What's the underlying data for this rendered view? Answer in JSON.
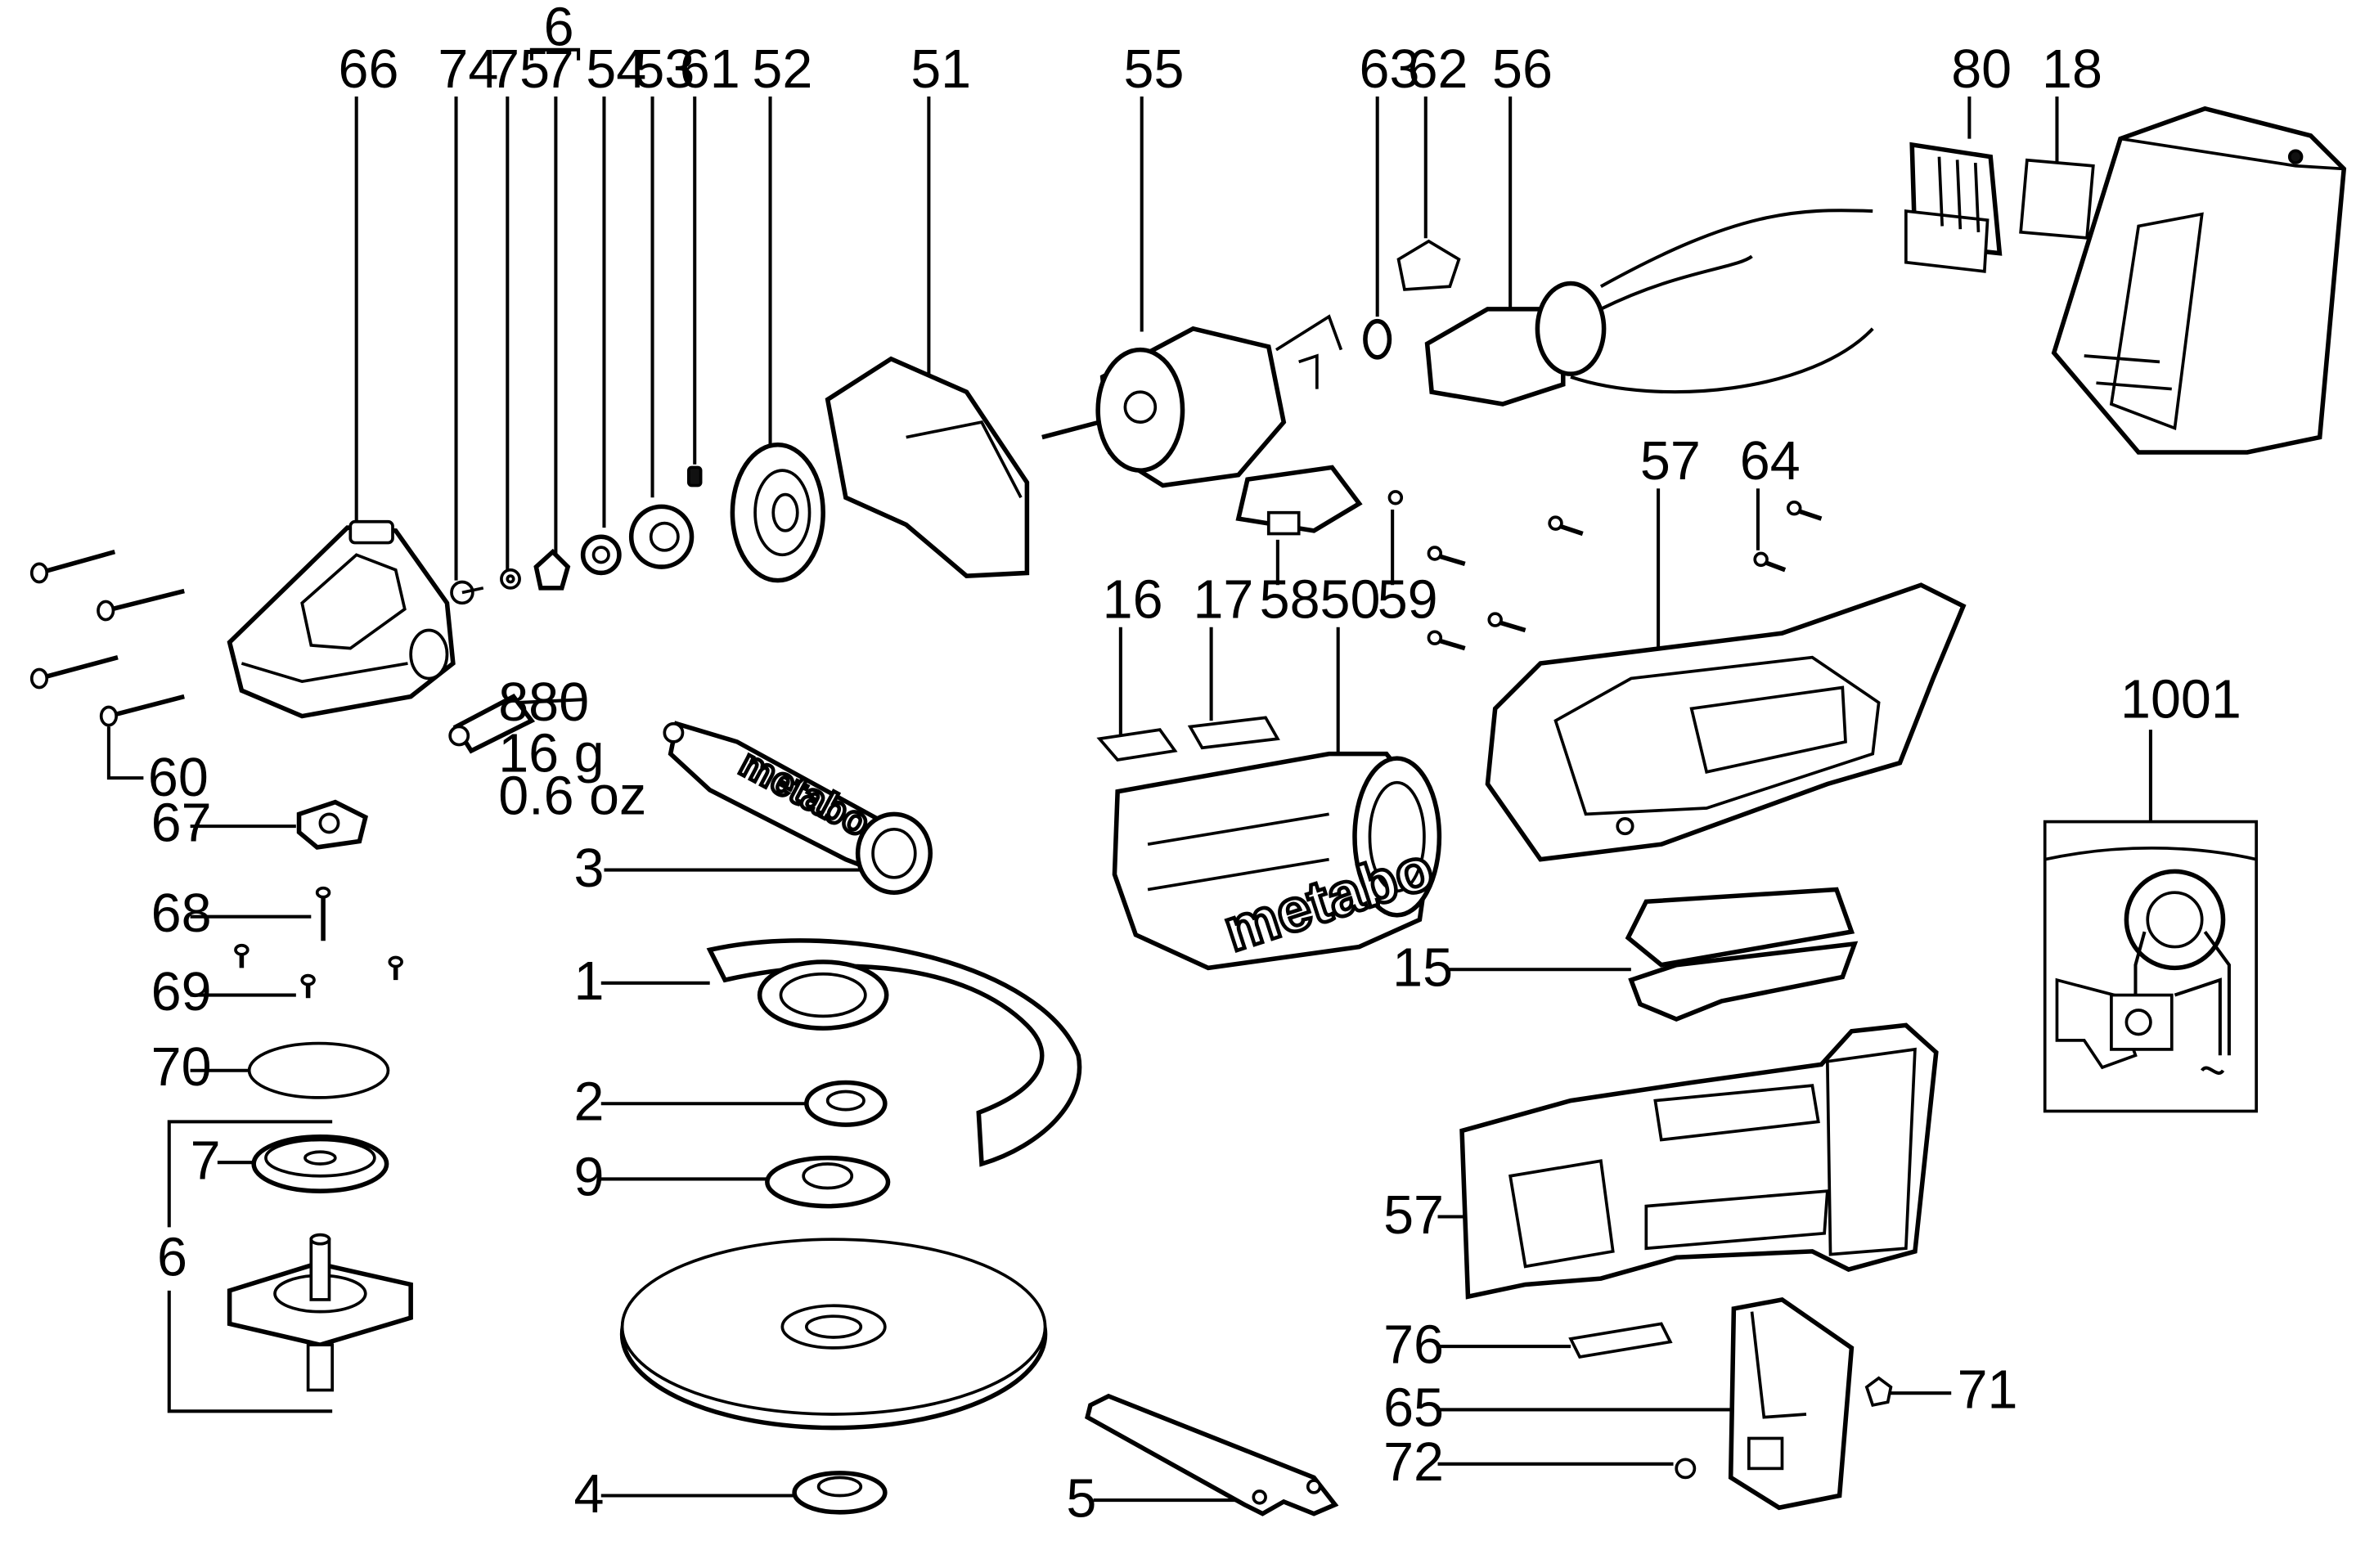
{
  "labels": {
    "l66": "66",
    "l74": "74",
    "l75": "75",
    "l6top": "6",
    "l7top": "7",
    "l54": "54",
    "l53": "53",
    "l61": "61",
    "l52": "52",
    "l51": "51",
    "l55": "55",
    "l63": "63",
    "l62": "62",
    "l56": "56",
    "l80": "80",
    "l18": "18",
    "l57a": "57",
    "l64": "64",
    "l16": "16",
    "l17": "17",
    "l58": "58",
    "l50": "50",
    "l59": "59",
    "l1001": "1001",
    "l60": "60",
    "l67": "67",
    "l68": "68",
    "l69": "69",
    "l70": "70",
    "l7": "7",
    "l6": "6",
    "l3": "3",
    "l1": "1",
    "l2": "2",
    "l9": "9",
    "l4": "4",
    "l5": "5",
    "l15": "15",
    "l57b": "57",
    "l76": "76",
    "l65": "65",
    "l72": "72",
    "l71": "71"
  },
  "grease": {
    "code": "880",
    "mass_g": "16 g",
    "mass_oz": "0.6 oz"
  },
  "brand": "metabo"
}
